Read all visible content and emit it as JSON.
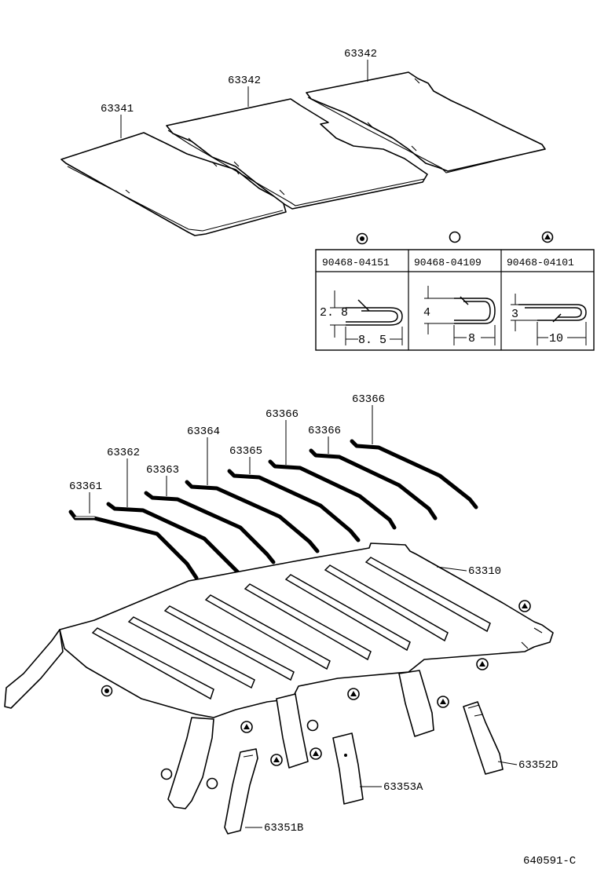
{
  "labels": {
    "p63341": "63341",
    "p63342a": "63342",
    "p63342b": "63342",
    "p63361": "63361",
    "p63362": "63362",
    "p63363": "63363",
    "p63364": "63364",
    "p63365": "63365",
    "p63366a": "63366",
    "p63366b": "63366",
    "p63366c": "63366",
    "p63310": "63310",
    "p63352D": "63352D",
    "p63353A": "63353A",
    "p63351B": "63351B"
  },
  "clip_table": {
    "columns": [
      {
        "symbol": "double-circle-icon",
        "part_no": "90468-04151",
        "height": "2. 8",
        "length": "8. 5"
      },
      {
        "symbol": "circle-icon",
        "part_no": "90468-04109",
        "height": "4",
        "length": "8"
      },
      {
        "symbol": "triangle-icon",
        "part_no": "90468-04101",
        "height": "3",
        "length": "10"
      }
    ]
  },
  "figure_id": "640591-C"
}
